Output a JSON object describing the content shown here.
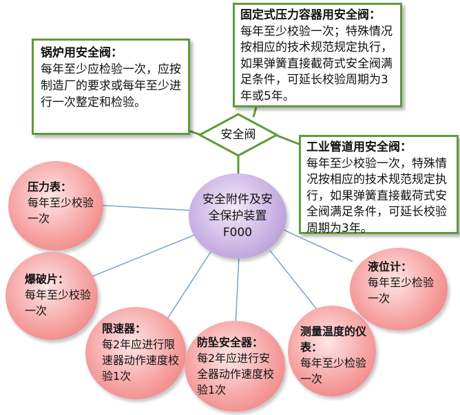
{
  "hub": {
    "label": "安全附件及安全保护装置F000"
  },
  "valve_node": {
    "label": "安全阀"
  },
  "valve_boxes": {
    "boiler": {
      "title": "锅炉用安全阀：",
      "text": "每年至少应检验一次，应按制造厂的要求或每年至少进行一次整定和检验。"
    },
    "pressure_vessel": {
      "title": "固定式压力容器用安全阀：",
      "text": "每年至少校验一次；特殊情况按相应的技术规范规定执行，如果弹簧直接截荷式安全阀满足条件，可延长校验周期为3年或5年。"
    },
    "industrial_pipe": {
      "title": "工业管道用安全阀：",
      "text": "每年至少校验一次，特殊情况按相应的技术规范规定执行，如果弹簧直接截荷式安全阀满足条件，可延长校验周期为3年。"
    }
  },
  "devices": {
    "pressure_gauge": {
      "title": "压力表：",
      "text": "每年至少校验一次"
    },
    "rupture_disc": {
      "title": "爆破片：",
      "text": "每年至少校验一次"
    },
    "speed_governor": {
      "title": "限速器：",
      "text": "每2年应进行限速器动作速度校验1次"
    },
    "fall_arrester": {
      "title": "防坠安全器：",
      "text": "每2年应进行安全器动作速度校验1次"
    },
    "temperature_instrument": {
      "title": "测量温度的仪表：",
      "text": "每年至少检验一次"
    },
    "level_gauge": {
      "title": "液位计：",
      "text": "每年至少检验一次"
    }
  },
  "colors": {
    "box_border": "#5f9a3a",
    "link_line": "#7fa6cf",
    "device_bubble": "#f6a3a3",
    "hub_bubble": "#cbb5e4"
  }
}
